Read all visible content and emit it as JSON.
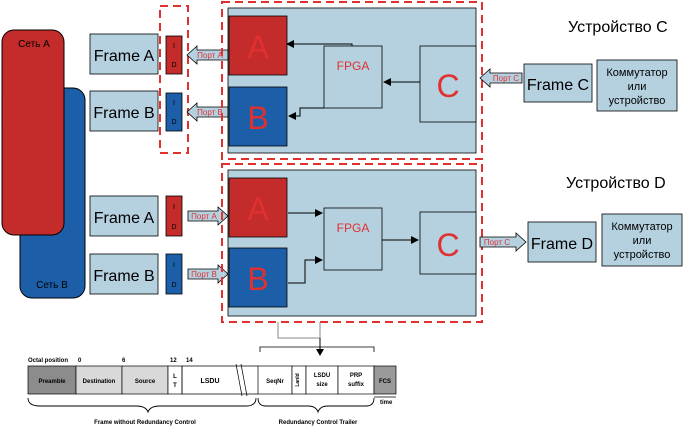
{
  "colors": {
    "red": "#c42b2b",
    "blue": "#1c5fa8",
    "light": "#b5d1e0",
    "dashed": "#e03030",
    "text_red": "#e03030",
    "preamble": "#8c8c8c",
    "grey": "#d9d9d9",
    "fcs": "#9a9a9a"
  },
  "networks": {
    "net_a": "Сеть А",
    "net_b": "Сеть В"
  },
  "device_c": {
    "title": "Устройство С",
    "frame_a": "Frame A",
    "frame_b": "Frame B",
    "frame_c": "Frame C",
    "id_top": "I",
    "id_bottom": "D",
    "port_a": "Порт А",
    "port_b": "Порт В",
    "port_c": "Порт С",
    "block_a": "A",
    "block_b": "B",
    "block_c": "C",
    "fpga": "FPGA",
    "switch": [
      "Коммутатор",
      "или",
      "устройство"
    ]
  },
  "device_d": {
    "title": "Устройство D",
    "frame_a": "Frame A",
    "frame_b": "Frame B",
    "frame_d": "Frame D",
    "id_top": "I",
    "id_bottom": "D",
    "port_a": "Порт А",
    "port_b": "Порт В",
    "port_c": "Порт С",
    "block_a": "A",
    "block_b": "B",
    "block_c": "C",
    "fpga": "FPGA",
    "switch": [
      "Коммутатор",
      "или",
      "устройство"
    ]
  },
  "frame_structure": {
    "octal_label": "Octal position",
    "offsets": [
      "0",
      "6",
      "12",
      "14"
    ],
    "fields": {
      "preamble": "Preamble",
      "destination": "Destination",
      "source": "Source",
      "lt": [
        "L",
        "T"
      ],
      "lsdu": "LSDU",
      "seqnr": "SeqNr",
      "lanid": "LanId",
      "lsdu_size": [
        "LSDU",
        "size"
      ],
      "prp_suffix": [
        "PRP",
        "suffix"
      ],
      "fcs": "FCS"
    },
    "time": "time",
    "brace_left": "Frame without Redundancy Control",
    "brace_right": "Redundancy Control Trailer"
  }
}
